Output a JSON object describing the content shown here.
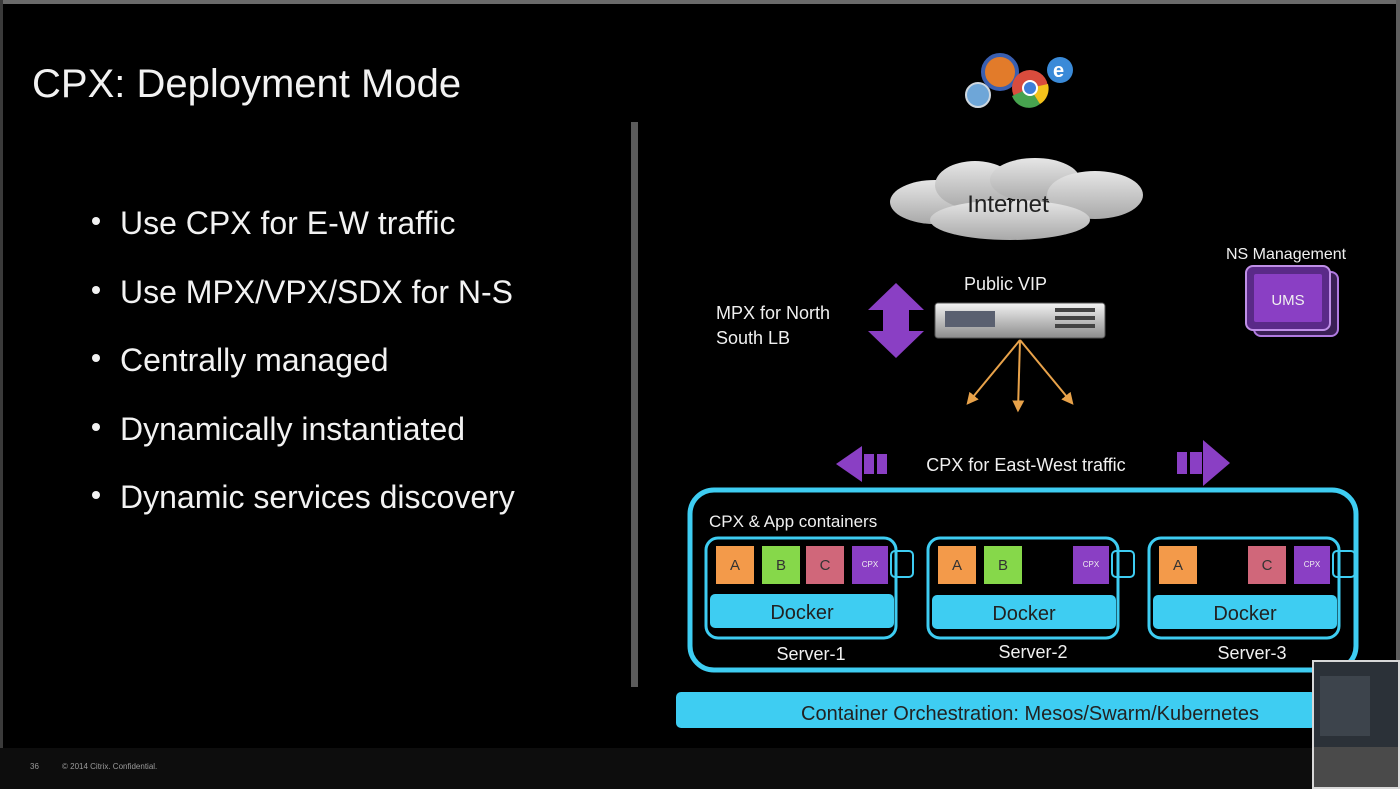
{
  "slide": {
    "title": "CPX: Deployment Mode",
    "bullets": [
      "Use CPX for E-W traffic",
      "Use MPX/VPX/SDX for N-S",
      "Centrally managed",
      "Dynamically instantiated",
      "Dynamic services discovery"
    ]
  },
  "diagram": {
    "internet_label": "Internet",
    "public_vip_label": "Public VIP",
    "mpx_label_line1": "MPX for North",
    "mpx_label_line2": "South LB",
    "ns_management_label": "NS Management",
    "ums_label": "UMS",
    "east_west_label": "CPX for East-West traffic",
    "containers_title": "CPX & App containers",
    "docker_label": "Docker",
    "cpx_badge": "CPX",
    "servers": [
      {
        "name": "Server-1",
        "apps": [
          "A",
          "B",
          "C"
        ]
      },
      {
        "name": "Server-2",
        "apps": [
          "A",
          "B"
        ]
      },
      {
        "name": "Server-3",
        "apps": [
          "A",
          "C"
        ]
      }
    ],
    "orchestration_label": "Container Orchestration: Mesos/Swarm/Kubernetes"
  },
  "footer": {
    "slide_number": "36",
    "copyright": "© 2014 Citrix. Confidential."
  },
  "colors": {
    "background": "#000000",
    "purple": "#8a3fc4",
    "cyan": "#3ecdf2",
    "app_a": "#f39a4a",
    "app_b": "#86d84a",
    "app_c": "#d0677a",
    "arrow_orange": "#e8a24a"
  }
}
